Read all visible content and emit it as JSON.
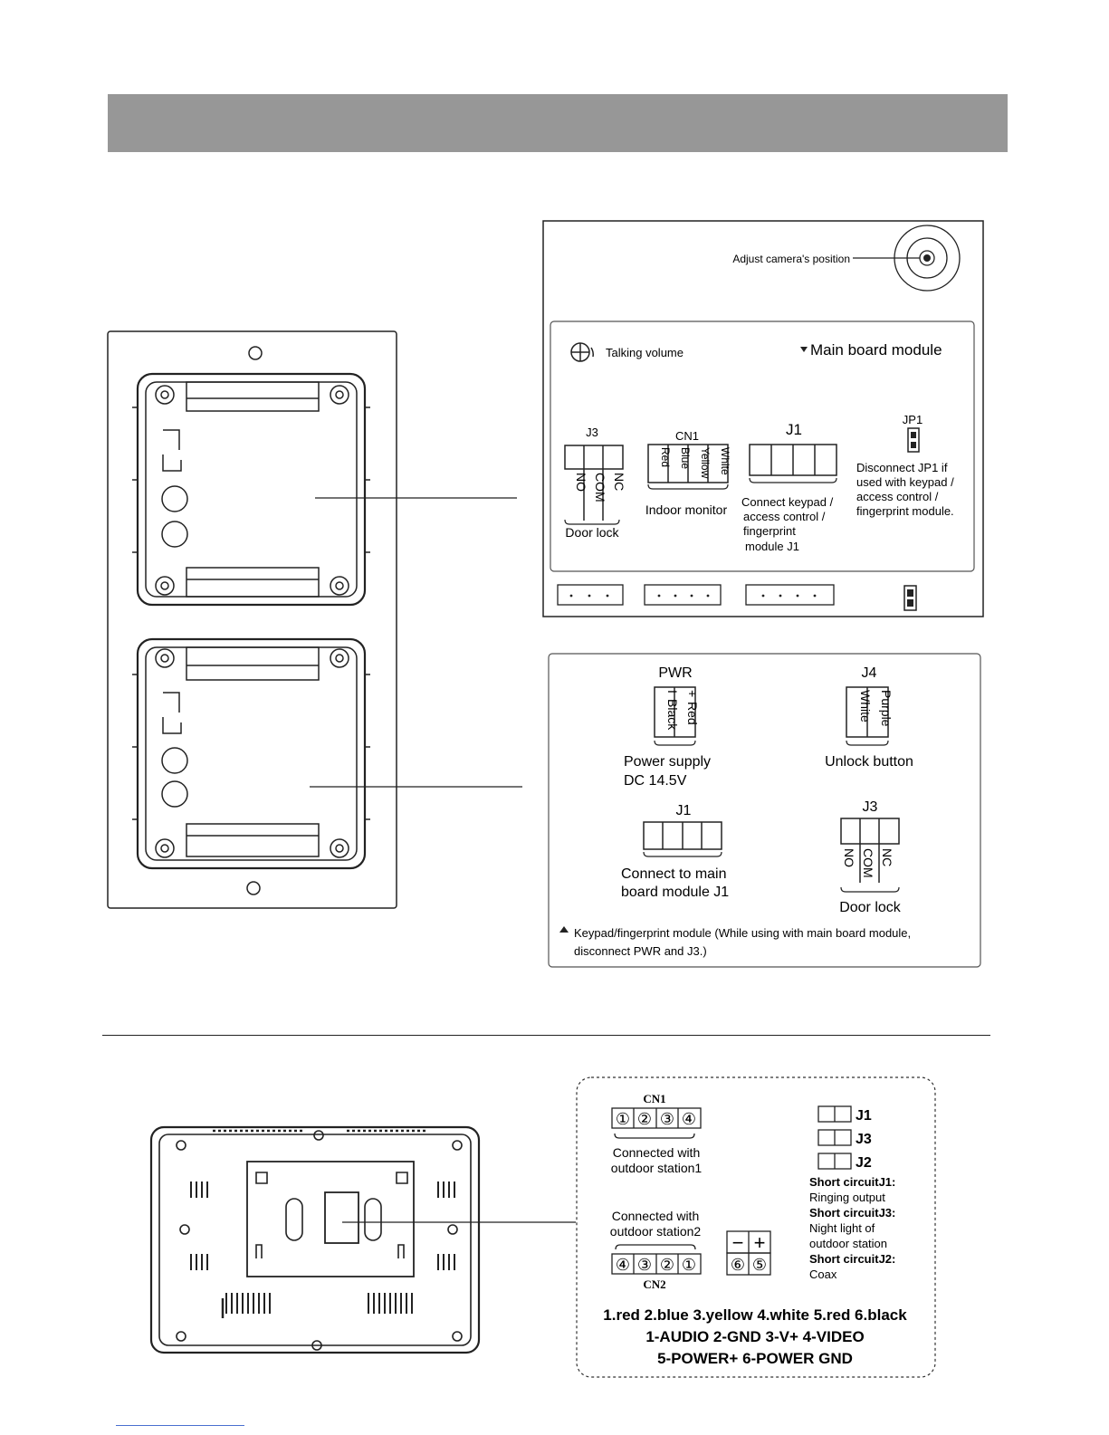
{
  "outdoor_board": {
    "camera_label": "Adjust camera's position",
    "volume_label": "Talking volume",
    "module_title": "Main board module",
    "j3": {
      "label": "J3",
      "pins": [
        "NO",
        "COM",
        "NC"
      ],
      "caption": "Door lock"
    },
    "cn1": {
      "label": "CN1",
      "pins": [
        "Red",
        "Blue",
        "Yellow",
        "White"
      ],
      "caption": "Indoor monitor"
    },
    "j1": {
      "label": "J1",
      "caption": [
        "Connect keypad /",
        "access control /",
        "fingerprint",
        "module J1"
      ]
    },
    "jp1": {
      "label": "JP1",
      "caption": [
        "Disconnect JP1 if",
        "used with keypad /",
        "access control /",
        "fingerprint module."
      ]
    }
  },
  "keypad_board": {
    "pwr": {
      "label": "PWR",
      "pins": [
        "Black",
        "Red"
      ],
      "pin_marks": [
        "I",
        "+"
      ],
      "caption": [
        "Power supply",
        "DC 14.5V"
      ]
    },
    "j4": {
      "label": "J4",
      "pins": [
        "White",
        "Purple"
      ],
      "caption": "Unlock button"
    },
    "j1": {
      "label": "J1",
      "caption": [
        "Connect to main",
        "board module J1"
      ]
    },
    "j3": {
      "label": "J3",
      "pins": [
        "NO",
        "COM",
        "NC"
      ],
      "caption": "Door lock"
    },
    "note": [
      "Keypad/fingerprint module (While using with main board module,",
      "disconnect PWR and J3.)"
    ]
  },
  "indoor_board": {
    "cn1": {
      "label": "CN1",
      "pins": [
        "①",
        "②",
        "③",
        "④"
      ],
      "caption": [
        "Connected with",
        "outdoor station1"
      ]
    },
    "cn2": {
      "label": "CN2",
      "pins": [
        "④",
        "③",
        "②",
        "①"
      ],
      "caption": [
        "Connected with",
        "outdoor station2"
      ]
    },
    "power": {
      "signs": [
        "−",
        "+"
      ],
      "pins": [
        "⑥",
        "⑤"
      ]
    },
    "jumpers": [
      "J1",
      "J3",
      "J2"
    ],
    "shorts": [
      {
        "title": "Short circuitJ1:",
        "lines": [
          "Ringing output"
        ]
      },
      {
        "title": "Short circuitJ3:",
        "lines": [
          "Night light of",
          "outdoor station"
        ]
      },
      {
        "title": "Short circuitJ2:",
        "lines": [
          "Coax"
        ]
      }
    ],
    "legend": [
      "1.red   2.blue   3.yellow   4.white   5.red   6.black",
      "1-AUDIO    2-GND    3-V+    4-VIDEO",
      "5-POWER+    6-POWER GND"
    ]
  }
}
